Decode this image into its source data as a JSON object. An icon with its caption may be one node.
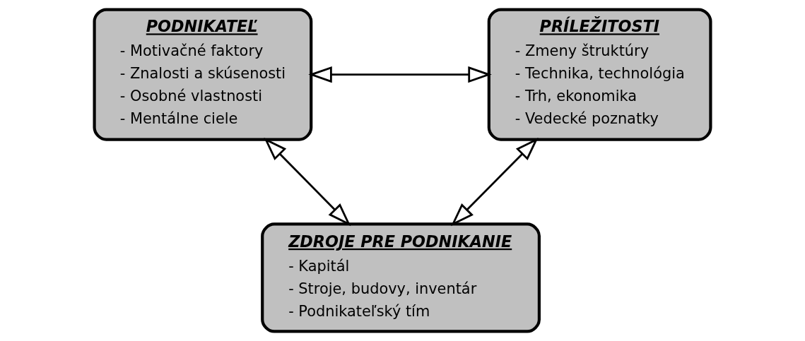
{
  "diagram": {
    "nodes": [
      {
        "text": [
          "PODNIKATEĽ",
          "- Motivačné faktory",
          "- Znalosti a skúsenosti",
          "- Osobné vlastnosti",
          "- Mentálne ciele"
        ]
      },
      {
        "text": [
          "PRÍLEŽITOSTI",
          "- Zmeny štruktúry",
          "- Technika, technológia",
          "- Trh, ekonomika",
          "- Vedecké poznatky"
        ]
      },
      {
        "text": [
          "ZDROJE PRE PODNIKANIE",
          "- Kapitál",
          "- Stroje, budovy, inventár",
          "- Podnikateľský tím"
        ]
      }
    ],
    "edges": [
      {
        "from": 0,
        "to": 1,
        "arrow": "both"
      },
      {
        "from": 0,
        "to": 2,
        "arrow": "both"
      },
      {
        "from": 1,
        "to": 2,
        "arrow": "both"
      }
    ]
  }
}
